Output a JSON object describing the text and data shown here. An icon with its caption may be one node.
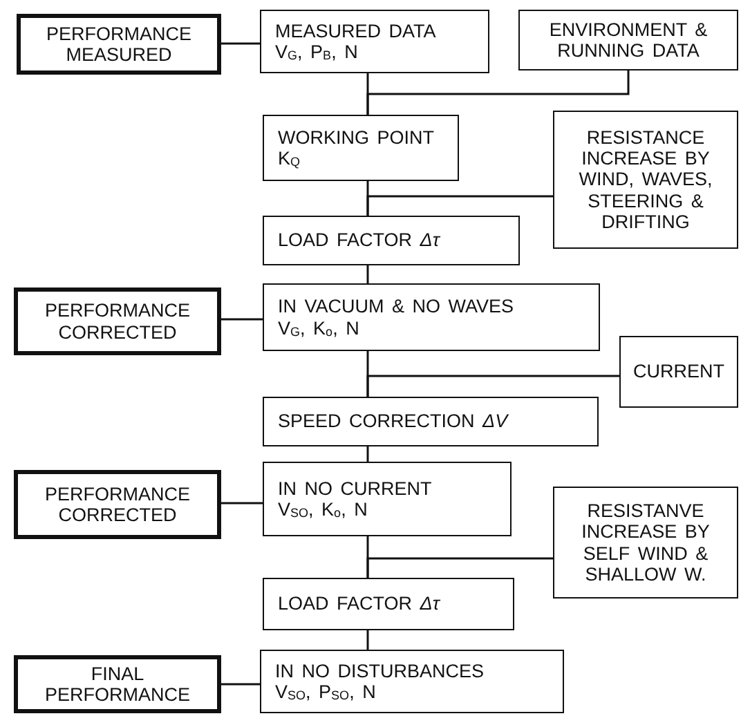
{
  "diagram": {
    "nodes": [
      {
        "text": [
          "PERFORMANCE MEASURED"
        ]
      },
      {
        "text": [
          "MEASURED DATA",
          "V$_{G}$, P$_{B}$, N"
        ]
      },
      {
        "text": [
          "ENVIRONMENT & RUNNING DATA"
        ]
      },
      {
        "text": [
          "WORKING POINT K$_{Q}$"
        ]
      },
      {
        "text": [
          "RESISTANCE INCREASE BY WIND, WAVES, STEERING & DRIFTING"
        ]
      },
      {
        "text": [
          "LOAD FACTOR *Δτ*"
        ]
      },
      {
        "text": [
          "PERFORMANCE CORRECTED"
        ]
      },
      {
        "text": [
          "IN VACUUM & NO WAVES",
          "V$_{G}$, K$_{o}$, N"
        ]
      },
      {
        "text": [
          "CURRENT"
        ]
      },
      {
        "text": [
          "SPEED CORRECTION *ΔV*"
        ]
      },
      {
        "text": [
          "PERFORMANCE CORRECTED"
        ]
      },
      {
        "text": [
          "IN NO CURRENT",
          "V$_{SO}$, K$_{o}$, N"
        ]
      },
      {
        "text": [
          "RESISTANVE INCREASE BY SELF WIND & SHALLOW W."
        ]
      },
      {
        "text": [
          "LOAD FACTOR *Δτ*"
        ]
      },
      {
        "text": [
          "FINAL PERFORMANCE"
        ]
      },
      {
        "text": [
          "IN NO DISTURBANCES",
          "V$_{SO}$, P$_{SO}$, N"
        ]
      }
    ],
    "edges": [
      {
        "from": 0,
        "to": 1,
        "arrow": "none"
      },
      {
        "from": 1,
        "to": 3,
        "arrow": "none"
      },
      {
        "from": 2,
        "to": 3,
        "arrow": "none"
      },
      {
        "from": 3,
        "to": 5,
        "arrow": "none"
      },
      {
        "from": 4,
        "to": 5,
        "arrow": "none"
      },
      {
        "from": 5,
        "to": 7,
        "arrow": "none"
      },
      {
        "from": 6,
        "to": 7,
        "arrow": "none"
      },
      {
        "from": 7,
        "to": 9,
        "arrow": "none"
      },
      {
        "from": 8,
        "to": 9,
        "arrow": "none"
      },
      {
        "from": 9,
        "to": 11,
        "arrow": "none"
      },
      {
        "from": 10,
        "to": 11,
        "arrow": "none"
      },
      {
        "from": 11,
        "to": 13,
        "arrow": "none"
      },
      {
        "from": 12,
        "to": 13,
        "arrow": "none"
      },
      {
        "from": 13,
        "to": 15,
        "arrow": "none"
      },
      {
        "from": 14,
        "to": 15,
        "arrow": "none"
      }
    ]
  }
}
